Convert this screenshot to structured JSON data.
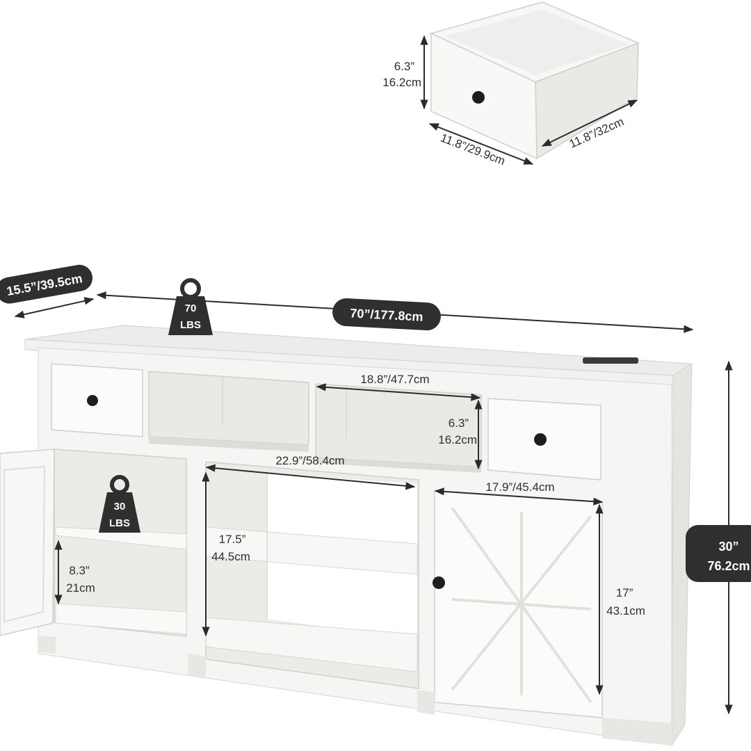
{
  "product": {
    "drawer": {
      "height_in": "6.3”",
      "height_cm": "16.2cm",
      "width": "11.8”/29.9cm",
      "depth": "11.8”/32cm"
    },
    "overall": {
      "depth": "15.5”/39.5cm",
      "width": "70”/177.8cm",
      "height_in": "30”",
      "height_cm": "76.2cm"
    },
    "top_weight": {
      "value": "70",
      "unit": "LBS"
    },
    "shelf_weight": {
      "value": "30",
      "unit": "LBS"
    },
    "open_shelf": {
      "width": "18.8”/47.7cm",
      "height_in": "6.3”",
      "height_cm": "16.2cm"
    },
    "center_bay": {
      "width": "22.9”/58.4cm",
      "height_in": "17.5”",
      "height_cm": "44.5cm"
    },
    "right_cabinet": {
      "width": "17.9”/45.4cm",
      "height_in": "17”",
      "height_cm": "43.1cm"
    },
    "left_cabinet": {
      "height_in": "8.3”",
      "height_cm": "21cm"
    }
  },
  "colors": {
    "furniture": "#f4f4f2",
    "shadow": "#dcdcd9",
    "line": "#2b2b2b",
    "pill": "#2f2f2f"
  }
}
